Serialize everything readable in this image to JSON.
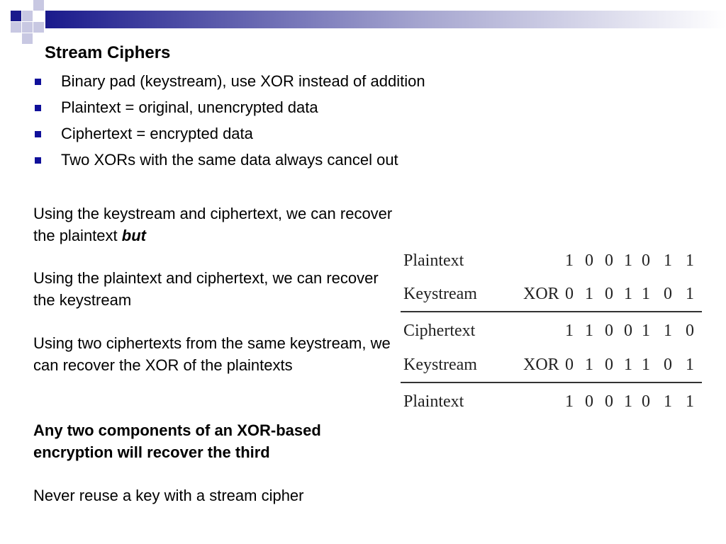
{
  "slide": {
    "title": "Stream Ciphers",
    "bullets": [
      "Binary pad (keystream), use XOR instead of addition",
      "Plaintext = original, unencrypted data",
      "Ciphertext = encrypted data",
      "Two XORs with the same data always cancel out"
    ],
    "paragraphs": {
      "p1_text": "Using the keystream and ciphertext, we can recover the plaintext ",
      "p1_emph": "but",
      "p2": "Using the plaintext and ciphertext, we can recover the keystream",
      "p3": "Using two ciphertexts from the same keystream, we can recover the XOR of the plaintexts",
      "p4": "Any two components of an XOR-based encryption will recover the third",
      "p5": "Never reuse a key with a stream cipher"
    }
  },
  "xor_table": {
    "rows": [
      {
        "label": "Plaintext",
        "op": "",
        "bits": [
          "1",
          "0",
          "0",
          "1",
          "0",
          "1",
          "1"
        ]
      },
      {
        "label": "Keystream",
        "op": "XOR",
        "bits": [
          "0",
          "1",
          "0",
          "1",
          "1",
          "0",
          "1"
        ]
      },
      {
        "label": "Ciphertext",
        "op": "",
        "bits": [
          "1",
          "1",
          "0",
          "0",
          "1",
          "1",
          "0"
        ]
      },
      {
        "label": "Keystream",
        "op": "XOR",
        "bits": [
          "0",
          "1",
          "0",
          "1",
          "1",
          "0",
          "1"
        ]
      },
      {
        "label": "Plaintext",
        "op": "",
        "bits": [
          "1",
          "0",
          "0",
          "1",
          "0",
          "1",
          "1"
        ]
      }
    ]
  },
  "colors": {
    "bullet": "#10109a",
    "banner_dark": "#1a1a8c",
    "banner_light": "#ffffff"
  }
}
